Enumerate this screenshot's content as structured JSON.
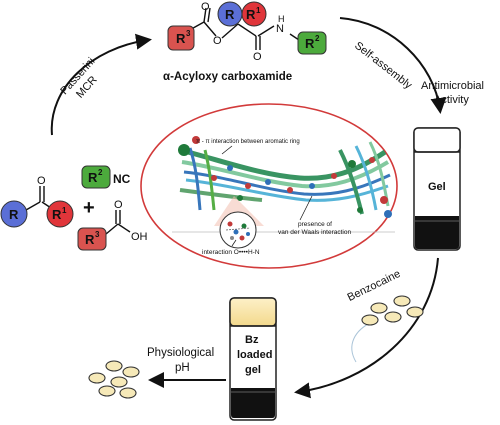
{
  "title": "α-Acyloxy carboxamide",
  "steps": {
    "passerini_line1": "Passerini",
    "passerini_line2": "MCR",
    "self_assembly": "Self-assembly",
    "antimicrobial_line1": "Antimicrobial",
    "antimicrobial_line2": "Activity",
    "benzocaine": "Benzocaine",
    "physiological_line1": "Physiological",
    "physiological_line2": "pH"
  },
  "vials": {
    "gel": "Gel",
    "bz_line1": "Bz",
    "bz_line2": "loaded",
    "bz_line3": "gel"
  },
  "inset": {
    "pi_label": "π - π interaction between aromatic ring",
    "vdw_line1": "presence of",
    "vdw_line2": "van der Waals interaction",
    "hbond": "interaction O••••H-N"
  },
  "molecule": {
    "r": "R",
    "r1": "R",
    "r1_sup": "1",
    "r2": "R",
    "r2_sup": "2",
    "r3": "R",
    "r3_sup": "3",
    "o": "O",
    "nh_n": "N",
    "nh_h": "H"
  },
  "reagents": {
    "ketone_r": "R",
    "ketone_r1": "R",
    "ketone_r1_sup": "1",
    "plus": "+",
    "iso_r": "R",
    "iso_sup": "2",
    "iso_nc": "NC",
    "acid_r": "R",
    "acid_sup": "3",
    "acid_o": "O",
    "acid_oh": "OH"
  },
  "colors": {
    "r_blue": "#5b6fd6",
    "r1_red": "#e0353a",
    "r2_green": "#4caa3c",
    "r3_red": "#d9534f",
    "oval": "#d23a3a",
    "arrow": "#111111"
  }
}
